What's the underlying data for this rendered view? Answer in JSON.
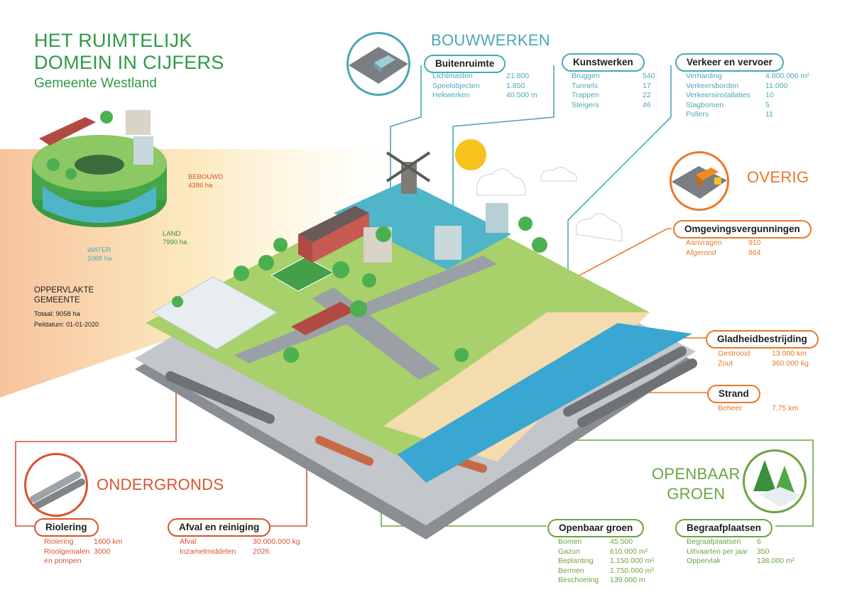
{
  "header": {
    "title_line1": "HET RUIMTELIJK",
    "title_line2": "DOMEIN IN CIJFERS",
    "subtitle": "Gemeente Westland"
  },
  "area": {
    "bebouwd_label": "BEBOUWD",
    "bebouwd_value": "4386 ha",
    "land_label": "LAND",
    "land_value": "7990 ha",
    "water_label": "WATER",
    "water_value": "1068 ha",
    "oppervlakte_line1": "OPPERVLAKTE",
    "oppervlakte_line2": "GEMEENTE",
    "totaal": "Totaal: 9058 ha",
    "peildatum": "Peildatum: 01-01-2020"
  },
  "sections": {
    "bouwwerken": "BOUWWERKEN",
    "overig": "OVERIG",
    "ondergronds": "ONDERGRONDS",
    "openbaar_groen_line1": "OPENBAAR",
    "openbaar_groen_line2": "GROEN"
  },
  "panels": {
    "buitenruimte": {
      "title": "Buitenruimte",
      "rows": [
        {
          "k": "Lichtmasten",
          "v": "21.800"
        },
        {
          "k": "Speelobjecten",
          "v": "1.850"
        },
        {
          "k": "Hekwerken",
          "v": "40.500 m"
        }
      ]
    },
    "kunstwerken": {
      "title": "Kunstwerken",
      "rows": [
        {
          "k": "Bruggen",
          "v": "540"
        },
        {
          "k": "Tunnels",
          "v": "17"
        },
        {
          "k": "Trappen",
          "v": "22"
        },
        {
          "k": "Steigers",
          "v": "46"
        }
      ]
    },
    "verkeer": {
      "title": "Verkeer en vervoer",
      "rows": [
        {
          "k": "Verharding",
          "v": "4.800.000 m²"
        },
        {
          "k": "Verkeersborden",
          "v": "11.000"
        },
        {
          "k": "Verkeersinstallaties",
          "v": "10"
        },
        {
          "k": "Slagbomen",
          "v": "5"
        },
        {
          "k": "Pollers",
          "v": "11"
        }
      ]
    },
    "omgeving": {
      "title": "Omgevingsvergunningen",
      "rows": [
        {
          "k": "Aanvragen",
          "v": "910"
        },
        {
          "k": "Afgerond",
          "v": "864"
        }
      ]
    },
    "gladheid": {
      "title": "Gladheidbestrijding",
      "rows": [
        {
          "k": "Gestrooid",
          "v": "13.000 km"
        },
        {
          "k": "Zout",
          "v": "360.000 kg"
        }
      ]
    },
    "strand": {
      "title": "Strand",
      "rows": [
        {
          "k": "Beheer",
          "v": "7,75 km"
        }
      ]
    },
    "riolering": {
      "title": "Riolering",
      "rows": [
        {
          "k": "Riolering",
          "v": "1600 km"
        },
        {
          "k": "Rioolgemalen",
          "v": "3000"
        },
        {
          "k": "en pompen",
          "v": ""
        }
      ]
    },
    "afval": {
      "title": "Afval en reiniging",
      "rows": [
        {
          "k": "Afval",
          "v": "30.000.000 kg"
        },
        {
          "k": "Inzamelmiddelen",
          "v": "2026"
        }
      ]
    },
    "groen": {
      "title": "Openbaar groen",
      "rows": [
        {
          "k": "Bomen",
          "v": "45.500"
        },
        {
          "k": "Gazon",
          "v": "610.000 m²"
        },
        {
          "k": "Beplanting",
          "v": "1.150.000 m²"
        },
        {
          "k": "Bermen",
          "v": "1.750.000 m²"
        },
        {
          "k": "Beschoeiing",
          "v": "139.000 m"
        }
      ]
    },
    "begraaf": {
      "title": "Begraafplaatsen",
      "rows": [
        {
          "k": "Begraafplaatsen",
          "v": "6"
        },
        {
          "k": "Uitvaarten per jaar",
          "v": "350"
        },
        {
          "k": "Oppervlak",
          "v": "138.000 m²"
        }
      ]
    }
  },
  "icons": [
    "car-icon",
    "snowplow-truck-icon",
    "pipes-icon",
    "pine-trees-icon"
  ],
  "colors": {
    "green": "#2e9a47",
    "teal": "#4aa8b6",
    "orange": "#e8782a",
    "red": "#d9532d",
    "light_green": "#6aa541"
  }
}
